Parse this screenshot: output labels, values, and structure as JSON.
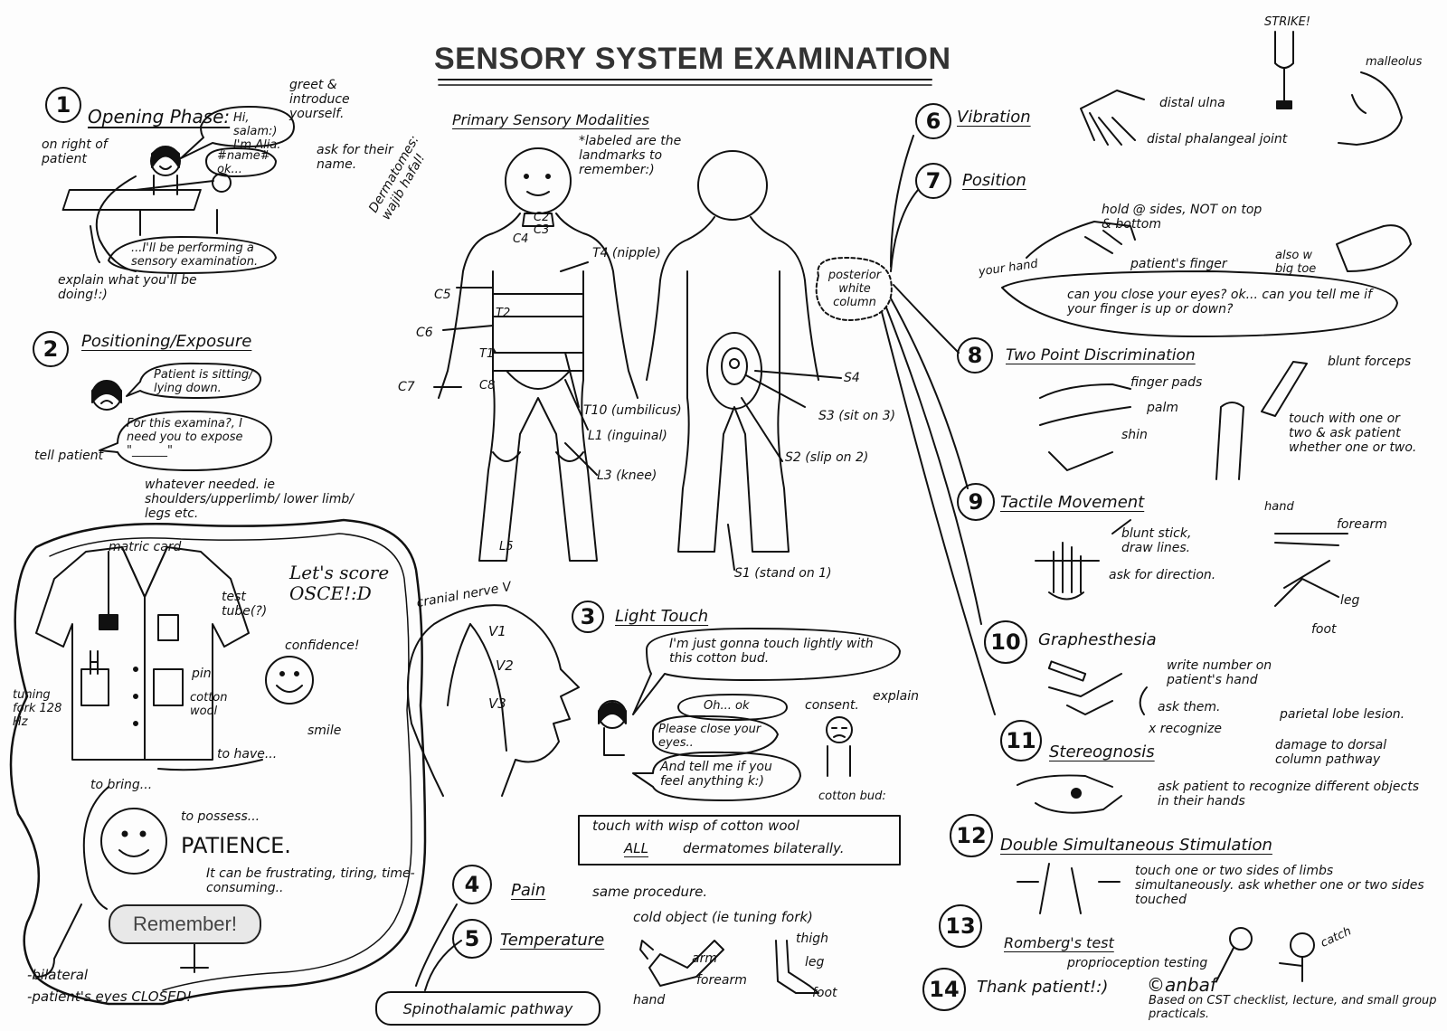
{
  "title": "SENSORY SYSTEM EXAMINATION",
  "step1": {
    "number": "1",
    "heading": "Opening Phase:",
    "greet": "greet & introduce yourself.",
    "bubble_hi": "Hi, salam:) I'm Alia.",
    "bubble_name": "#name# ok...",
    "ask_name": "ask for their name.",
    "right_of_patient": "on right of patient",
    "performing": "...I'll be performing a sensory examination.",
    "explain": "explain what you'll be doing!:)"
  },
  "step2": {
    "number": "2",
    "heading": "Positioning/Exposure",
    "bubble_sitting": "Patient is sitting/ lying down.",
    "bubble_expose": "For this examina?, I need you to expose \"______\"",
    "tell_patient": "tell patient",
    "whatever": "whatever needed. ie shoulders/upperlimb/ lower limb/ legs etc."
  },
  "osce": {
    "matric_card": "matric card",
    "test_tube": "test tube(?)",
    "pin": "pin",
    "cotton_wool": "cotton wool",
    "tuning_fork": "tuning fork 128 Hz",
    "lets_score": "Let's score OSCE!:D",
    "confidence": "confidence!",
    "smile": "smile",
    "to_have": "to have...",
    "to_bring": "to bring...",
    "to_possess": "to possess...",
    "patience": "PATIENCE.",
    "frustrating": "It can be frustrating, tiring, time-consuming..",
    "remember": "Remember!",
    "bilateral": "-bilateral",
    "eyes_closed": "-patient's eyes CLOSED!"
  },
  "dermatomes": {
    "heading": "Primary Sensory Modalities",
    "labeled": "*labeled are the landmarks to remember:)",
    "side_note": "Dermatomes: wajib hafal!",
    "labels": [
      "C2",
      "C3",
      "C4",
      "C5",
      "C6",
      "C7",
      "C8",
      "T1",
      "T2",
      "T4 (nipple)",
      "T10 (umbilicus)",
      "L1 (inguinal)",
      "L3 (knee)",
      "L5",
      "S4",
      "S3 (sit on 3)",
      "S2 (slip on 2)",
      "S1 (stand on 1)"
    ]
  },
  "cranial": {
    "heading": "cranial nerve V",
    "v1": "V1",
    "v2": "V2",
    "v3": "V3"
  },
  "step3": {
    "number": "3",
    "heading": "Light Touch",
    "bubble_touch": "I'm just gonna touch lightly with this cotton bud.",
    "bubble_ok": "Oh... ok",
    "consent": "consent.",
    "explain": "explain",
    "bubble_close": "Please close your eyes..",
    "bubble_tell": "And tell me if you feel anything k:)",
    "cotton_bud": "cotton bud:",
    "wisp_line1": "touch with wisp of cotton wool",
    "wisp_all": "ALL",
    "wisp_line2": "dermatomes bilaterally."
  },
  "step4": {
    "number": "4",
    "heading": "Pain",
    "note": "same procedure."
  },
  "step5": {
    "number": "5",
    "heading": "Temperature",
    "note": "cold object (ie tuning fork)",
    "arm": "arm",
    "forearm": "forearm",
    "hand": "hand",
    "thigh": "thigh",
    "leg": "leg",
    "foot": "foot",
    "pathway": "Spinothalamic pathway"
  },
  "posterior": "posterior white column",
  "step6": {
    "number": "6",
    "heading": "Vibration",
    "strike": "STRIKE!",
    "malleolus": "malleolus",
    "distal_ulna": "distal ulna",
    "distal_joint": "distal phalangeal joint"
  },
  "step7": {
    "number": "7",
    "heading": "Position",
    "hold": "hold @ sides, NOT on top & bottom",
    "your_hand": "your hand",
    "patient_finger": "patient's finger",
    "also_big_toe": "also w big toe",
    "question": "can you close your eyes? ok... can you tell me if your finger is up or down?"
  },
  "step8": {
    "number": "8",
    "heading": "Two Point Discrimination",
    "finger_pads": "finger pads",
    "palm": "palm",
    "shin": "shin",
    "blunt_forceps": "blunt forceps",
    "touch_note": "touch with one or two & ask patient whether one or two."
  },
  "step9": {
    "number": "9",
    "heading": "Tactile Movement",
    "blunt_stick": "blunt stick, draw lines.",
    "ask_direction": "ask for direction.",
    "hand": "hand",
    "forearm": "forearm",
    "leg": "leg",
    "foot": "foot"
  },
  "step10": {
    "number": "10",
    "heading": "Graphesthesia",
    "write": "write number on patient's hand",
    "ask_them": "ask them.",
    "x_recognize": "x recognize",
    "parietal": "parietal lobe lesion.",
    "damage": "damage to dorsal column pathway"
  },
  "step11": {
    "number": "11",
    "heading": "Stereognosis",
    "note": "ask patient to recognize different objects in their hands"
  },
  "step12": {
    "number": "12",
    "heading": "Double Simultaneous Stimulation",
    "note": "touch one or two sides of limbs simultaneously. ask whether one or two sides touched"
  },
  "step13": {
    "number": "13",
    "heading": "Romberg's test",
    "note": "proprioception testing",
    "catch": "catch"
  },
  "step14": {
    "number": "14",
    "heading": "Thank patient!:)",
    "credit": "©anbaf",
    "based": "Based on CST checklist, lecture, and small group practicals."
  }
}
